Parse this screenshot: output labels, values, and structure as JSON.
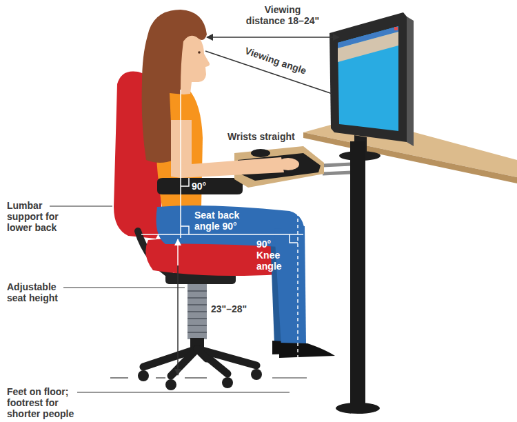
{
  "diagram": {
    "labels": [
      "Viewing distance 18–24\"",
      "Viewing angle",
      "Wrists straight",
      "90°",
      "Lumbar support for lower back",
      "Seat back angle 90°",
      "90°",
      "Knee angle",
      "Adjustable seat height",
      "23\"–28\"",
      "Feet on floor; footrest for shorter people"
    ]
  }
}
